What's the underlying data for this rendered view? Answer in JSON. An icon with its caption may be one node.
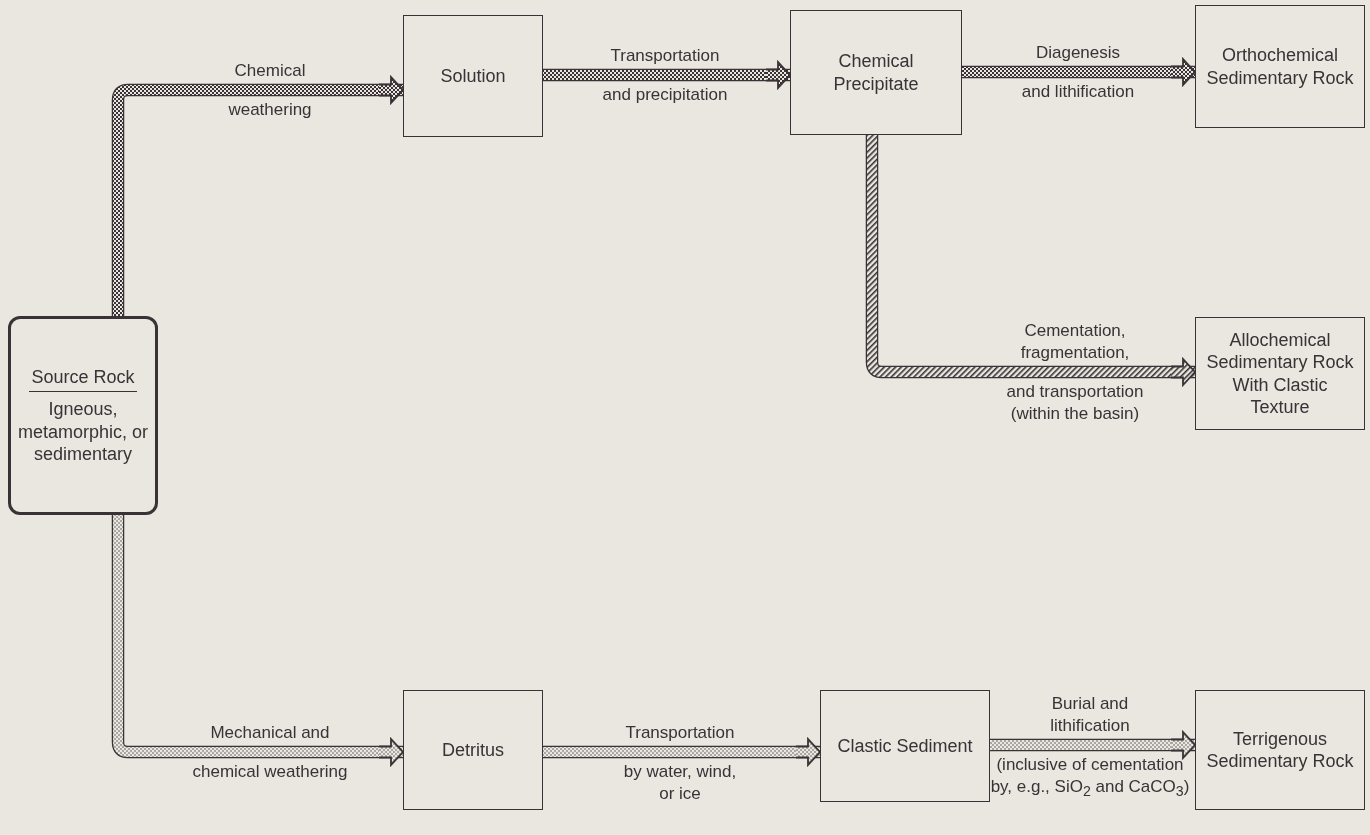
{
  "diagram": {
    "nodes": [
      {
        "text": [
          "Solution"
        ]
      },
      {
        "text": [
          "Chemical Precipitate"
        ]
      },
      {
        "text": [
          "Orthochemical Sedimentary Rock"
        ]
      },
      {
        "text": [
          "Allochemical Sedimentary Rock With Clastic Texture"
        ]
      },
      {
        "text": [
          "Source Rock",
          "Igneous, metamorphic, or sedimentary"
        ]
      },
      {
        "text": [
          "Detritus"
        ]
      },
      {
        "text": [
          "Clastic Sediment"
        ]
      },
      {
        "text": [
          "Terrigenous Sedimentary Rock"
        ]
      }
    ],
    "edges": [
      {
        "from": 4,
        "to": 0,
        "arrow": "to",
        "label": "Chemical weathering"
      },
      {
        "from": 0,
        "to": 1,
        "arrow": "to",
        "label": "Transportation and precipitation"
      },
      {
        "from": 1,
        "to": 2,
        "arrow": "to",
        "label": "Diagenesis and lithification"
      },
      {
        "from": 1,
        "to": 3,
        "arrow": "to",
        "label": "Cementation, fragmentation, and transportation (within the basin)"
      },
      {
        "from": 4,
        "to": 5,
        "arrow": "to",
        "label": "Mechanical and chemical weathering"
      },
      {
        "from": 5,
        "to": 6,
        "arrow": "to",
        "label": "Transportation by water, wind, or ice"
      },
      {
        "from": 6,
        "to": 7,
        "arrow": "to",
        "label": "Burial and lithification (inclusive of cementation by, e.g., SiO$_{2}$ and CaCO$_{3}$)"
      }
    ]
  }
}
